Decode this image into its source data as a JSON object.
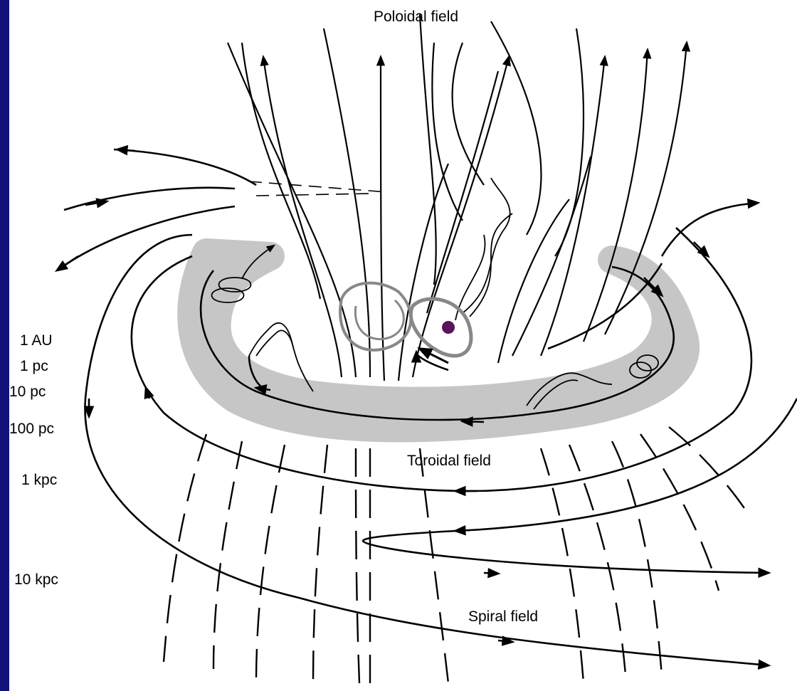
{
  "labels": {
    "poloidal": "Poloidal field",
    "toroidal": "Toroidal field",
    "spiral": "Spiral field"
  },
  "scale": {
    "s1": "1 AU",
    "s2": "1 pc",
    "s3": "10 pc",
    "s4": "100 pc",
    "s5": "1 kpc",
    "s6": "10 kpc"
  },
  "colors": {
    "left_bar": "#13127a",
    "disk": "#c6c6c6",
    "core": "#5a1458"
  }
}
